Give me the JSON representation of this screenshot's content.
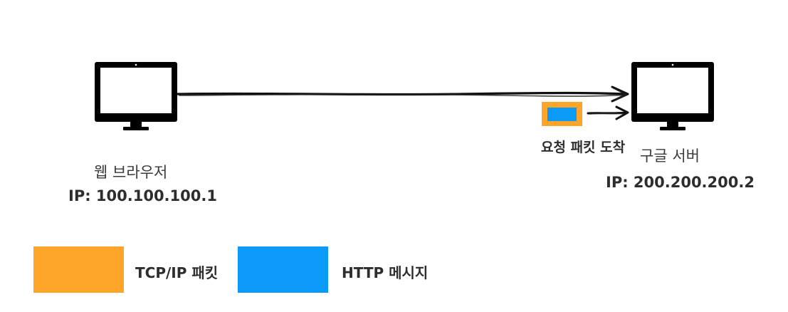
{
  "client": {
    "name": "웹 브라우저",
    "ip": "IP: 100.100.100.1"
  },
  "server": {
    "name": "구글 서버",
    "ip": "IP: 200.200.200.2"
  },
  "packet": {
    "caption": "요청 패킷 도착",
    "outer_color": "#fca528",
    "inner_color": "#0b9af7"
  },
  "legend": {
    "tcp_label": "TCP/IP 패킷",
    "tcp_color": "#fca528",
    "http_label": "HTTP 메시지",
    "http_color": "#0b9af7"
  },
  "icons": {
    "client_icon": "monitor-icon",
    "server_icon": "monitor-icon",
    "arrow": "arrow-right-icon"
  }
}
